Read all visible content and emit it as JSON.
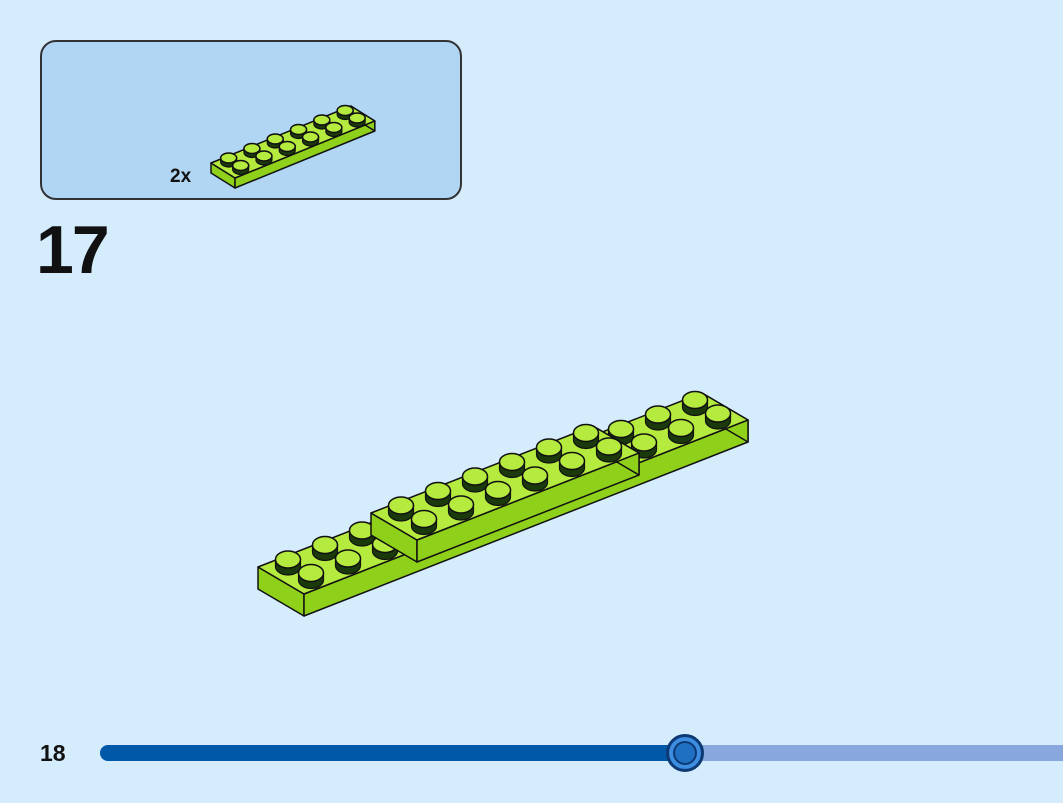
{
  "parts_callout": {
    "quantity": "2x",
    "part_color": "#b5ea3e"
  },
  "step": {
    "number": "17"
  },
  "footer": {
    "page_number": "18",
    "progress_fraction": 0.607
  },
  "colors": {
    "background": "#d5ecfc",
    "callout_background": "#b0d6f3",
    "brick_top": "#b5ea3e",
    "brick_side": "#8fd11a",
    "progress_fill": "#0059a8",
    "progress_track": "#87a7dd"
  }
}
